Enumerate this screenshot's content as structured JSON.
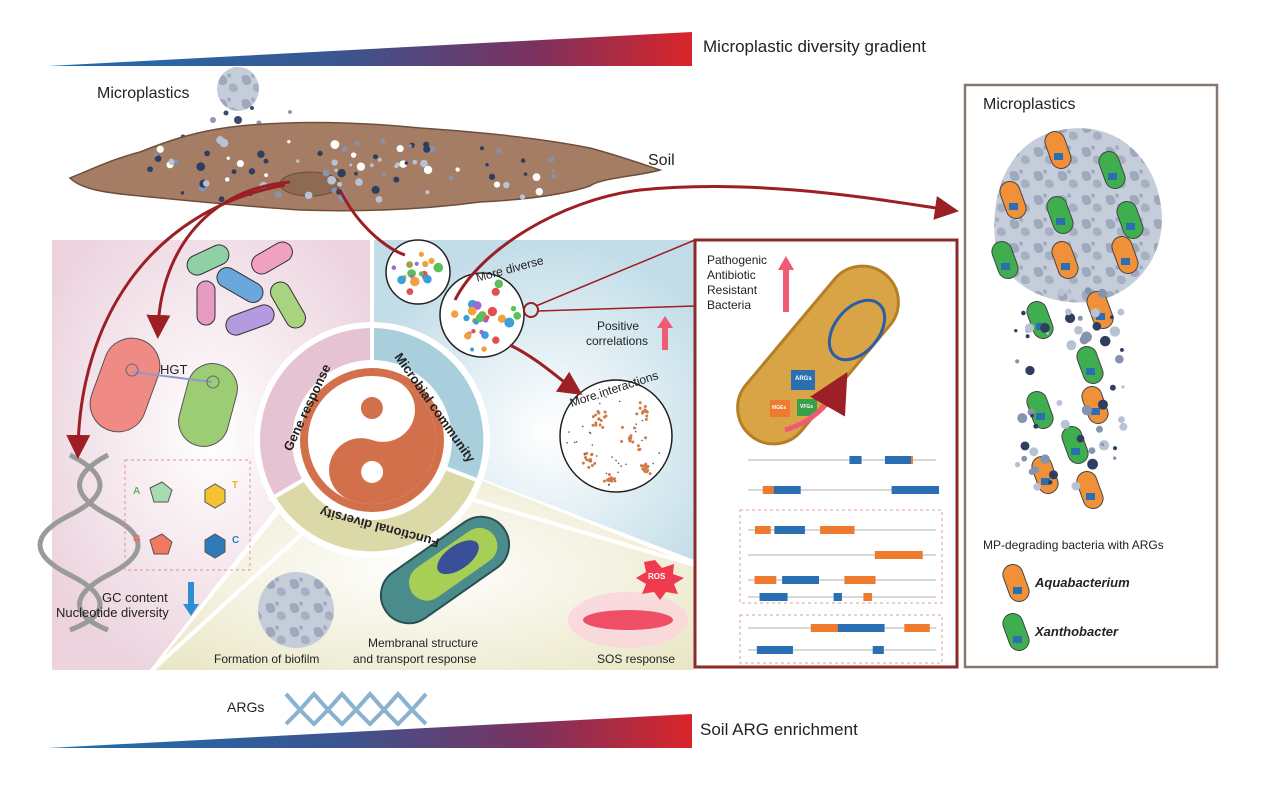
{
  "top_gradient": {
    "label": "Microplastic diversity gradient",
    "start_color": "#1f6fb2",
    "end_color": "#d9252a"
  },
  "bottom_gradient": {
    "label": "Soil ARG enrichment",
    "start_color": "#1f6fb2",
    "end_color": "#d9252a"
  },
  "soil_scene": {
    "microplastics_label": "Microplastics",
    "soil_label": "Soil"
  },
  "gene_response_panel": {
    "hgt_label": "HGT",
    "bases": [
      "A",
      "T",
      "G",
      "C"
    ],
    "gc_line1": "GC content",
    "gc_line2": "Nucleotide diversity",
    "trend": "decrease"
  },
  "microbial_panel": {
    "more_diverse": "More diverse",
    "positive_line1": "Positive",
    "positive_line2": "correlations",
    "more_interactions": "More interactions",
    "trend": "increase"
  },
  "functional_panel": {
    "biofilm": "Formation of biofilm",
    "membrane_line1": "Membranal structure",
    "membrane_line2": "and transport response",
    "sos": "SOS response",
    "ros": "ROS"
  },
  "ring": {
    "gene_response": "Gene response",
    "microbial_community": "Microbial community",
    "functional_diversity": "Functional diversity",
    "colors": {
      "gene": "#e6c3d2",
      "microbial": "#a9cfdd",
      "functional": "#dcd9a8",
      "yinyang": "#d2704c"
    }
  },
  "pathogen_panel": {
    "line1": "Pathogenic",
    "line2": "Antibiotic",
    "line3": "Resistant",
    "line4": "Bacteria",
    "args": "ARGs",
    "mges": "MGEs",
    "vfgs": "VFGs",
    "border_color": "#8b2a2a"
  },
  "mp_box": {
    "title": "Microplastics",
    "caption": "MP-degrading bacteria with ARGs",
    "legend": [
      {
        "name": "Aquabacterium",
        "color": "#f0913a"
      },
      {
        "name": "Xanthobacter",
        "color": "#3fae4f"
      }
    ]
  },
  "args_label": "ARGs"
}
